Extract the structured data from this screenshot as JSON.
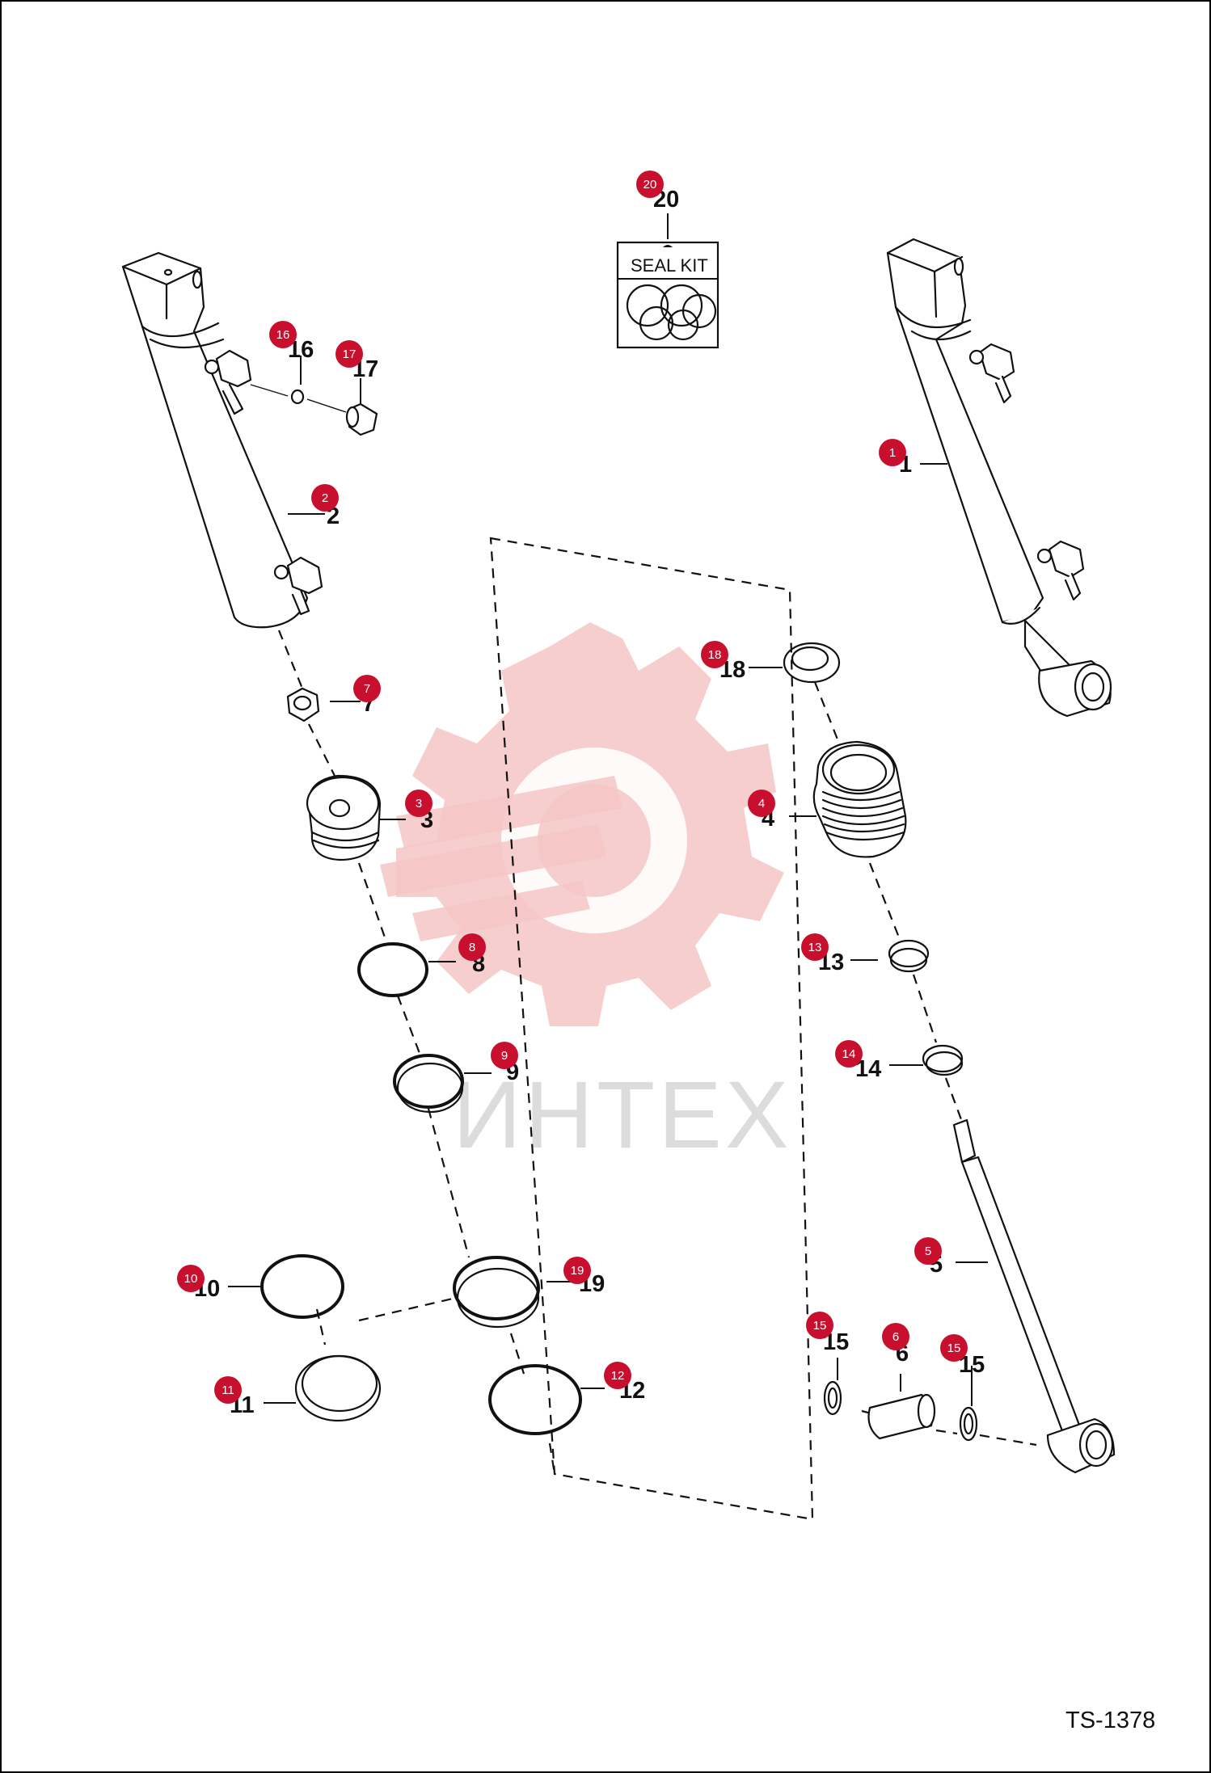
{
  "drawing_code": "TS-1378",
  "seal_kit_label": "SEAL KIT",
  "watermark_text": "ИНТЕХ",
  "colors": {
    "callout": "#c8102e",
    "watermark": "#f4c6c6",
    "line": "#111111"
  },
  "parts": [
    {
      "id": "p1",
      "label": "1",
      "callout": "1"
    },
    {
      "id": "p2",
      "label": "2",
      "callout": "2"
    },
    {
      "id": "p3",
      "label": "3",
      "callout": "3"
    },
    {
      "id": "p4",
      "label": "4",
      "callout": "4"
    },
    {
      "id": "p5",
      "label": "5",
      "callout": "5"
    },
    {
      "id": "p6",
      "label": "6",
      "callout": "6"
    },
    {
      "id": "p7",
      "label": "7",
      "callout": "7"
    },
    {
      "id": "p8",
      "label": "8",
      "callout": "8"
    },
    {
      "id": "p9",
      "label": "9",
      "callout": "9"
    },
    {
      "id": "p10",
      "label": "10",
      "callout": "10"
    },
    {
      "id": "p11",
      "label": "11",
      "callout": "11"
    },
    {
      "id": "p12",
      "label": "12",
      "callout": "12"
    },
    {
      "id": "p13",
      "label": "13",
      "callout": "13"
    },
    {
      "id": "p14",
      "label": "14",
      "callout": "14"
    },
    {
      "id": "p15a",
      "label": "15",
      "callout": "15"
    },
    {
      "id": "p15b",
      "label": "15",
      "callout": "15"
    },
    {
      "id": "p16",
      "label": "16",
      "callout": "16"
    },
    {
      "id": "p17",
      "label": "17",
      "callout": "17"
    },
    {
      "id": "p18",
      "label": "18",
      "callout": "18"
    },
    {
      "id": "p19",
      "label": "19",
      "callout": "19"
    },
    {
      "id": "p20",
      "label": "20",
      "callout": "20"
    }
  ]
}
